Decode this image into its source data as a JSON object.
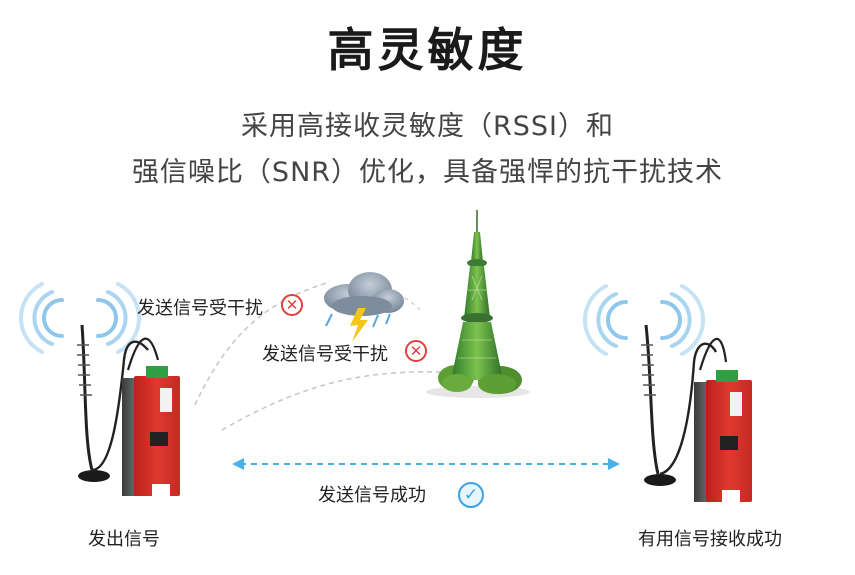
{
  "header": {
    "title": "高灵敏度",
    "subtitle_line1": "采用高接收灵敏度（RSSI）和",
    "subtitle_line2": "强信噪比（SNR）优化，具备强悍的抗干扰技术"
  },
  "diagram": {
    "interference_label_1": "发送信号受干扰",
    "interference_label_2": "发送信号受干扰",
    "success_label": "发送信号成功",
    "sender_label": "发出信号",
    "receiver_label": "有用信号接收成功",
    "icons": {
      "fail": "close-circle-icon",
      "success": "check-circle-icon",
      "cloud": "thunder-cloud-icon",
      "tower": "signal-tower-icon",
      "waves": "wifi-waves-icon"
    },
    "colors": {
      "device_red": "#d8322a",
      "fail_red": "#e04040",
      "success_blue": "#3aa3e8",
      "arrow_blue": "#4ab0e8",
      "tower_green": "#4ea53c"
    }
  }
}
